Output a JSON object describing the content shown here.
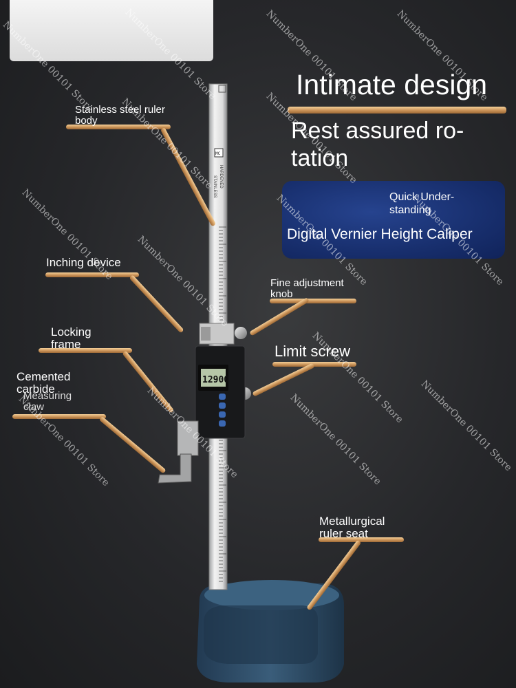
{
  "headline": {
    "title": "Intimate design",
    "subtitle": "Rest assured ro-\ntation"
  },
  "badge": {
    "small_text": "Quick Under-\nstanding",
    "product_name": "Digital Vernier Height Caliper"
  },
  "callouts": {
    "ruler_body": "Stainless steel ruler\nbody",
    "inching_device": "Inching device",
    "fine_adjustment": "Fine adjustment\nknob",
    "locking_frame": "Locking\nframe",
    "limit_screw": "Limit screw",
    "carbide_claw_title": "Cemented\ncarbide",
    "carbide_claw_sub": "Measuring\nclaw",
    "ruler_seat": "Metallurgical\nruler seat"
  },
  "device": {
    "display_reading": "12900",
    "ruler_marks": [
      "STAINLESS",
      "HARDENED"
    ],
    "ruler_badge": "MC"
  },
  "watermark": "NumberOne 00101 Store",
  "colors": {
    "gold_bar": "#c99258",
    "badge_blue": "#1a3275",
    "background": "#2a2b2e"
  }
}
